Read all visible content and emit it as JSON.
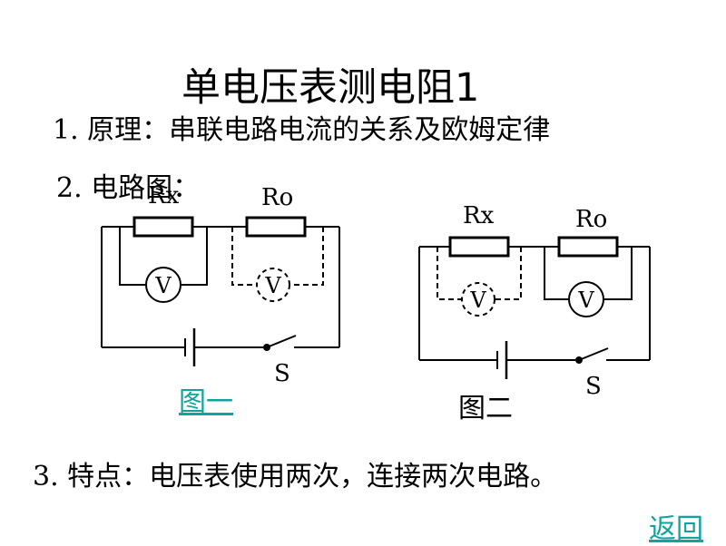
{
  "title": "单电压表测电阻1",
  "point1": "1. 原理：串联电路电流的关系及欧姆定律",
  "point2": "2. 电路图：",
  "point3": "3. 特点：电压表使用两次，连接两次电路。",
  "diagram1": {
    "caption": "图一",
    "rx_label": "Rx",
    "r0_label": "Ro",
    "voltmeter_label": "V",
    "dashed_voltmeter_label": "V",
    "switch_label": "S"
  },
  "diagram2": {
    "caption": "图二",
    "rx_label": "Rx",
    "r0_label": "Ro",
    "voltmeter_label": "V",
    "dashed_voltmeter_label": "V",
    "switch_label": "S"
  },
  "back_link": "返回",
  "colors": {
    "link": "#13a39d",
    "text": "#000000"
  }
}
